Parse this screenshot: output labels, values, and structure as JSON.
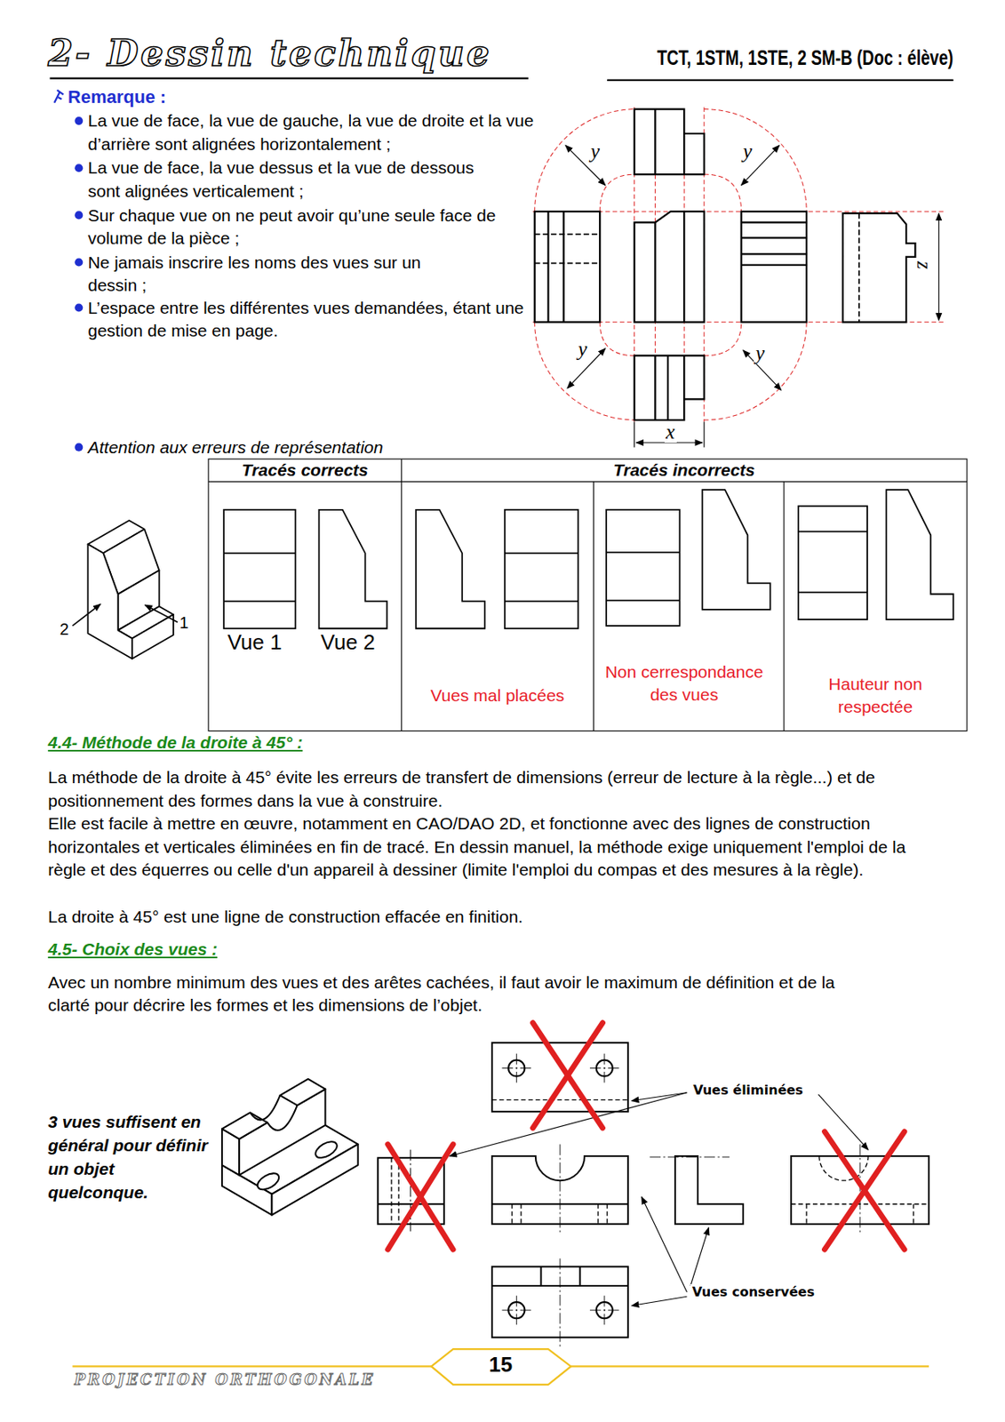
{
  "diagram": {
    "title": "2- Dessin technique",
    "labels": [
      "TCT, 1STM, 1STE, 2 SM-B (Doc : élève)",
      "Remarque :",
      "La vue de face, la vue de gauche, la vue de droite et la vue d’arrière sont alignées horizontalement ;",
      "La vue de face, la vue dessus et la vue de dessous sont alignées verticalement ;",
      "Sur chaque vue on ne peut avoir qu’une seule face de volume de la pièce ;",
      "Ne jamais inscrire les noms des vues sur un dessin ;",
      "L’espace entre les différentes vues demandées, étant une gestion de mise en page.",
      "y",
      "y",
      "y",
      "y",
      "z",
      "x",
      "Attention aux erreurs de représentation",
      "Tracés corrects",
      "Tracés incorrects",
      "2",
      "1",
      "Vue 1",
      "Vue 2",
      "Vues mal placées",
      "Non cerrespondance des vues",
      "Hauteur non respectée",
      "4.4- Méthode de la droite à 45° :",
      "La méthode de la droite à 45° évite les erreurs de transfert de dimensions (erreur de lecture à la règle...) et de positionnement des formes dans la vue à construire.",
      "Elle est facile à mettre en œuvre, notamment en CAO/DAO 2D, et fonctionne avec des lignes de construction horizontales et verticales éliminées en fin de tracé. En dessin manuel, la méthode exige uniquement l'emploi de la règle et des équerres ou celle d'un appareil à dessiner (limite l'emploi du compas et des mesures à la règle).",
      "La droite à 45° est une ligne de construction effacée en finition.",
      "4.5- Choix des vues :",
      "Avec un nombre minimum des vues et des arêtes cachées, il faut avoir le maximum de définition et de la clarté pour décrire les formes et les dimensions de l’objet.",
      "3 vues suffisent en général pour définir un objet quelconque.",
      "Vues éliminées",
      "Vues conservées",
      "PROJECTION ORTHOGONALE",
      "15"
    ]
  }
}
